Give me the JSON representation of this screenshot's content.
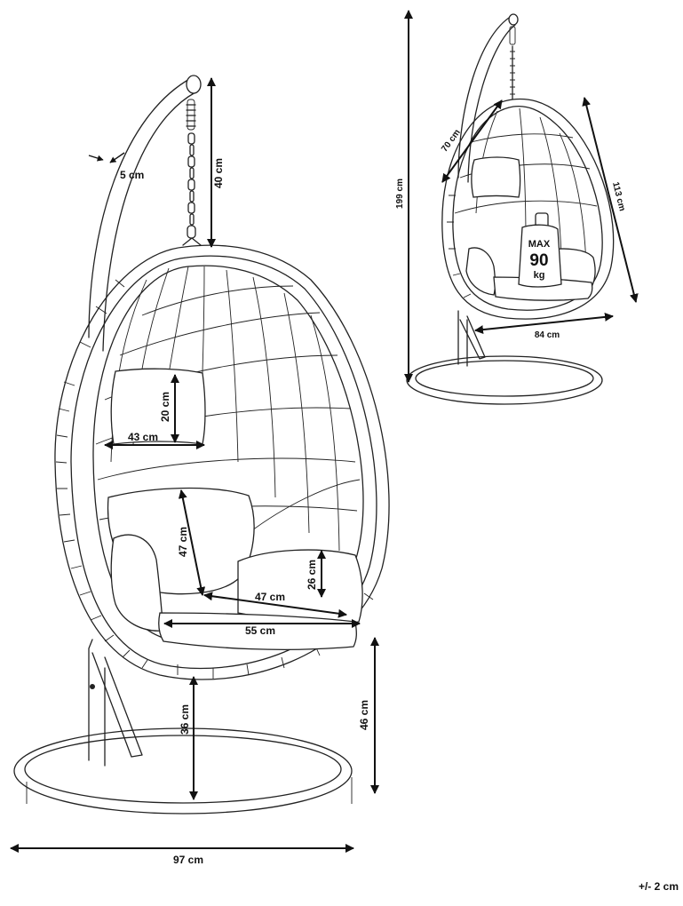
{
  "dimensions": {
    "stand_tube": "5 cm",
    "chain_length": "40 cm",
    "pillow_height": "20 cm",
    "pillow_width": "43 cm",
    "back_cushion_height": "47 cm",
    "seat_cushion_height": "26 cm",
    "seat_depth": "47 cm",
    "seat_width": "55 cm",
    "seat_to_base": "36 cm",
    "egg_to_floor": "46 cm",
    "base_diameter": "97 cm",
    "total_height": "199 cm",
    "egg_depth": "70 cm",
    "egg_height": "113 cm",
    "egg_width": "84 cm"
  },
  "max_load": {
    "line1": "MAX",
    "line2": "90",
    "line3": "kg"
  },
  "tolerance": "+/- 2 cm"
}
